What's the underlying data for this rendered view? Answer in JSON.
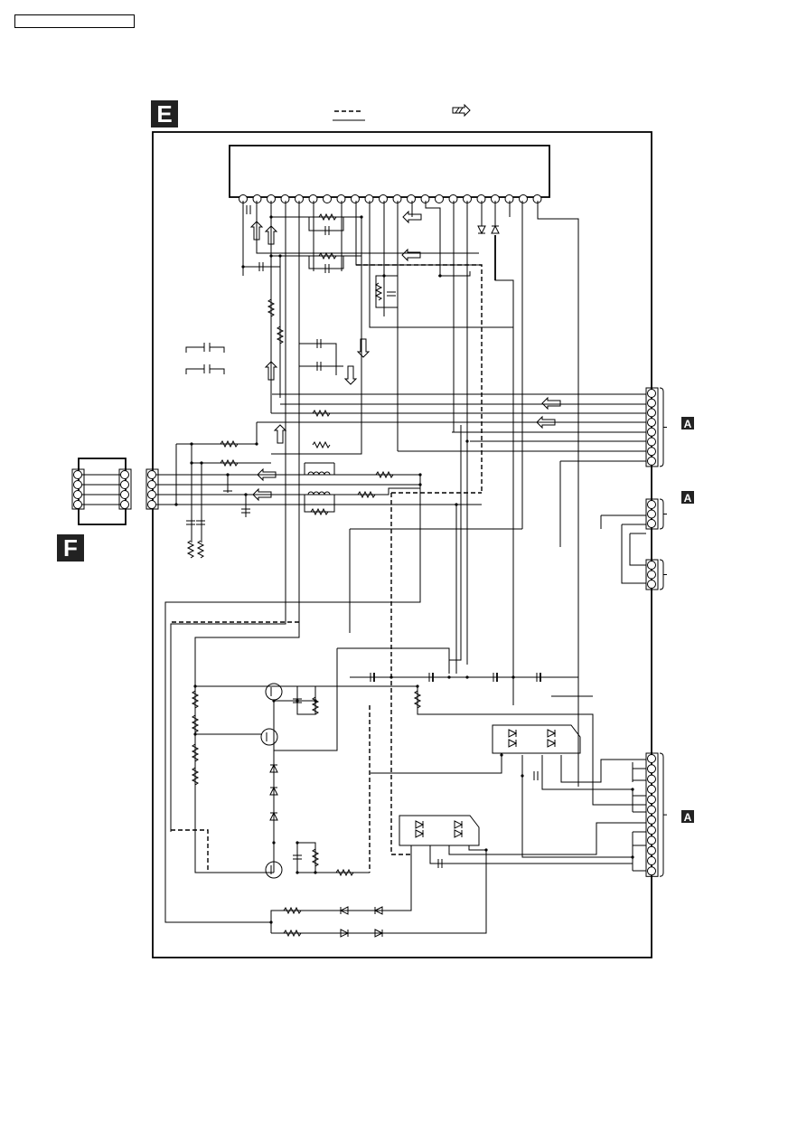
{
  "page": {
    "header_box_text": "",
    "section_e_label": "E",
    "section_f_label": "F",
    "connector_tag_1": "A",
    "connector_tag_2": "A",
    "connector_tag_3": "A"
  },
  "legend": {
    "line_symbol_icon": "dashed-line-icon",
    "arrow_symbol_icon": "signal-arrow-icon"
  },
  "colors": {
    "ink": "#000000",
    "tag_fill": "#222222",
    "paper": "#ffffff"
  }
}
